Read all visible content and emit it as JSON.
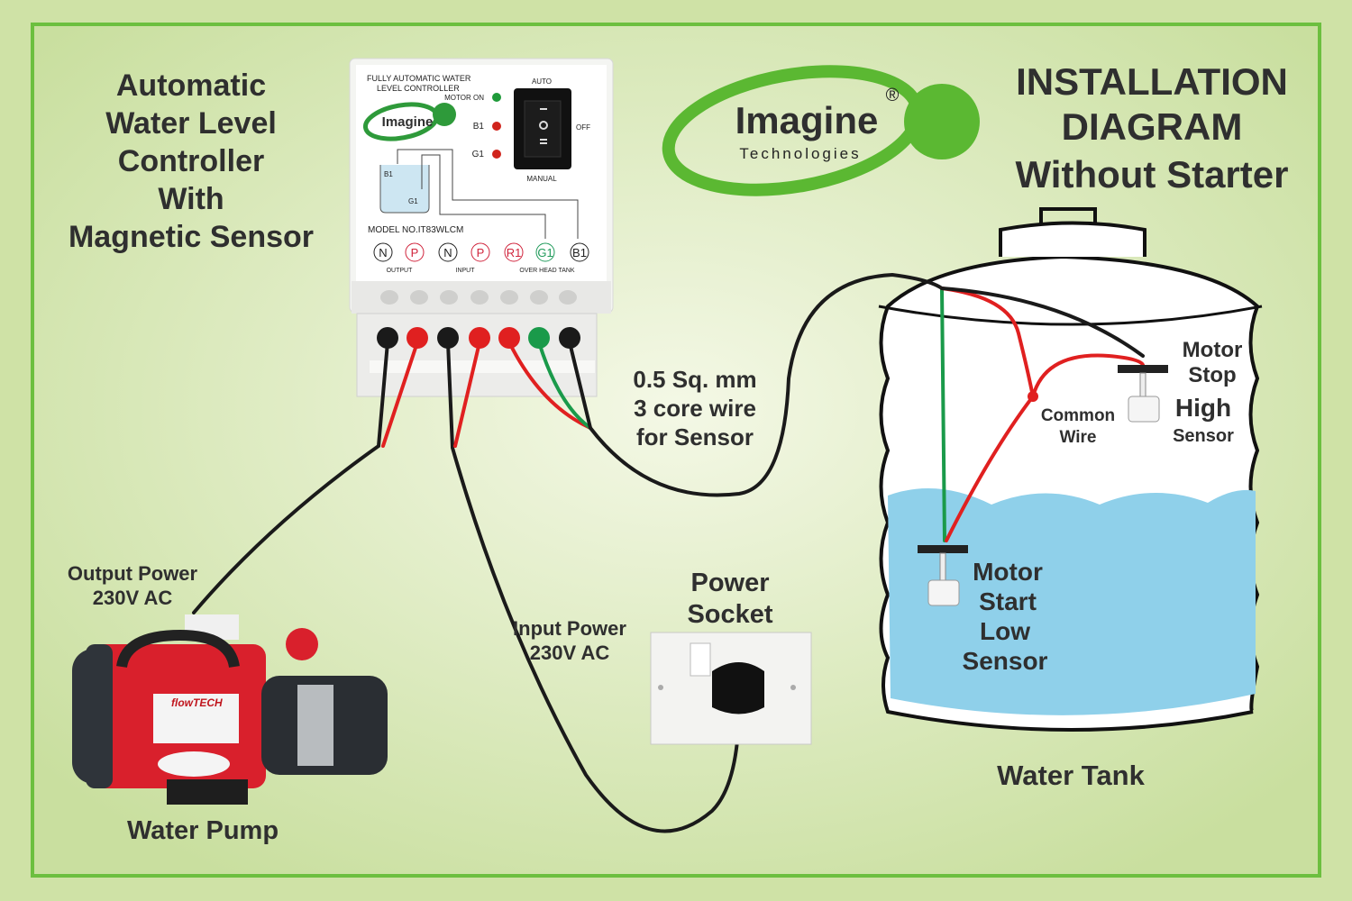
{
  "left_title": [
    "Automatic",
    "Water Level",
    "Controller",
    "With",
    "Magnetic Sensor"
  ],
  "right_title": [
    "INSTALLATION",
    "DIAGRAM",
    "Without Starter"
  ],
  "logo": {
    "name": "Imagine",
    "sub": "Technologies",
    "reg": "®"
  },
  "controller": {
    "heading": [
      "FULLY AUTOMATIC WATER",
      "LEVEL CONTROLLER"
    ],
    "leds": [
      {
        "label": "MOTOR ON",
        "color": "#1f9a3a"
      },
      {
        "label": "B1",
        "color": "#d0241c"
      },
      {
        "label": "G1",
        "color": "#d0241c"
      }
    ],
    "switch": {
      "auto": "AUTO",
      "off": "OFF",
      "manual": "MANUAL"
    },
    "tank_labels": [
      "B1",
      "G1"
    ],
    "model": "MODEL NO.IT83WLCM",
    "terminals": [
      {
        "label": "N",
        "color": "#222222"
      },
      {
        "label": "P",
        "color": "#d0243c"
      },
      {
        "label": "N",
        "color": "#222222"
      },
      {
        "label": "P",
        "color": "#d0243c"
      },
      {
        "label": "R1",
        "color": "#d0243c"
      },
      {
        "label": "G1",
        "color": "#1f9a5a"
      },
      {
        "label": "B1",
        "color": "#222222"
      }
    ],
    "groups": [
      "OUTPUT",
      "INPUT",
      "OVER HEAD TANK"
    ]
  },
  "labels": {
    "wire": [
      "0.5 Sq. mm",
      "3 core wire",
      "for Sensor"
    ],
    "output_power": [
      "Output Power",
      "230V AC"
    ],
    "input_power": [
      "Input Power",
      "230V AC"
    ],
    "socket": [
      "Power",
      "Socket"
    ],
    "pump": "Water Pump",
    "tank": "Water Tank",
    "motor_stop": [
      "Motor",
      "Stop"
    ],
    "high_sensor": [
      "High",
      "Sensor"
    ],
    "common_wire": [
      "Common",
      "Wire"
    ],
    "low_sensor": [
      "Motor",
      "Start",
      "Low",
      "Sensor"
    ]
  },
  "pump_brand": "flowTECH",
  "colors": {
    "background": "#d6e6b4",
    "frame": "#6cbf3f",
    "logo_green": "#5bb832",
    "water": "#8fd0ea",
    "wire_red": "#e02020",
    "wire_green": "#1a9a4a",
    "wire_black": "#1a1a1a"
  }
}
